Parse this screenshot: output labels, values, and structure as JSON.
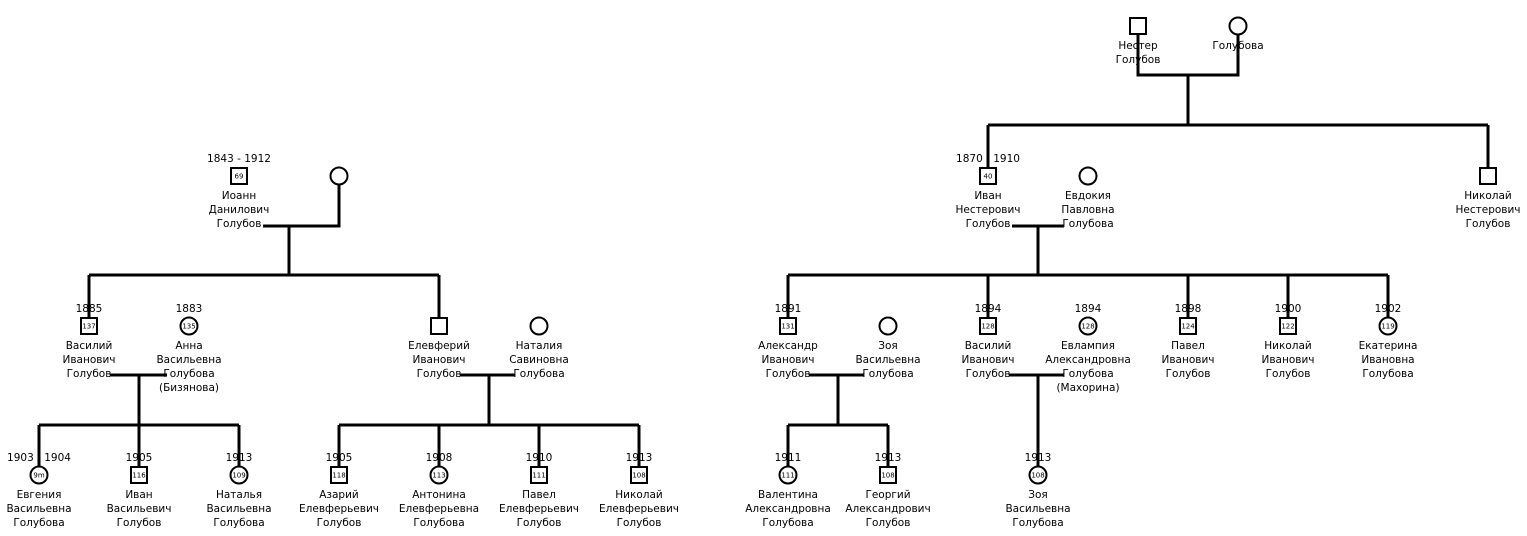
{
  "colors": {
    "line": "#000000",
    "background": "#ffffff"
  },
  "tree_left": {
    "ioann": {
      "years": "1843 - 1912",
      "number": "69",
      "name": [
        "Иоанн",
        "Данилович",
        "Голубов"
      ],
      "sex": "male"
    },
    "ioann_wife": {
      "sex": "female"
    },
    "vasily": {
      "years": "1885",
      "number": "137",
      "name": [
        "Василий",
        "Иванович",
        "Голубов"
      ],
      "sex": "male"
    },
    "anna": {
      "years": "1883",
      "number": "135",
      "name": [
        "Анна",
        "Васильевна",
        "Голубова",
        "(Бизянова)"
      ],
      "sex": "female"
    },
    "elevferiy": {
      "name": [
        "Елевферий",
        "Иванович",
        "Голубов"
      ],
      "sex": "male"
    },
    "natalia": {
      "name": [
        "Наталия",
        "Савиновна",
        "Голубова"
      ],
      "sex": "female"
    },
    "evgenia": {
      "years": "1903 - 1904",
      "number": "9m",
      "name": [
        "Евгения",
        "Васильевна",
        "Голубова"
      ],
      "sex": "female"
    },
    "ivan_v": {
      "years": "1905",
      "number": "116",
      "name": [
        "Иван",
        "Васильевич",
        "Голубов"
      ],
      "sex": "male"
    },
    "natalya_v": {
      "years": "1913",
      "number": "109",
      "name": [
        "Наталья",
        "Васильевна",
        "Голубова"
      ],
      "sex": "female"
    },
    "azariy": {
      "years": "1905",
      "number": "118",
      "name": [
        "Азарий",
        "Елевферьевич",
        "Голубов"
      ],
      "sex": "male"
    },
    "antonina": {
      "years": "1908",
      "number": "113",
      "name": [
        "Антонина",
        "Елевферьевна",
        "Голубова"
      ],
      "sex": "female"
    },
    "pavel_e": {
      "years": "1910",
      "number": "111",
      "name": [
        "Павел",
        "Елевферьевич",
        "Голубов"
      ],
      "sex": "male"
    },
    "nikolay_e": {
      "years": "1913",
      "number": "108",
      "name": [
        "Николай",
        "Елевферьевич",
        "Голубов"
      ],
      "sex": "male"
    }
  },
  "tree_right": {
    "nester": {
      "name": [
        "Нестер",
        "Голубов"
      ],
      "sex": "male"
    },
    "nester_wife": {
      "name": [
        "Голубова"
      ],
      "sex": "female"
    },
    "ivan_n": {
      "years": "1870 - 1910",
      "number": "40",
      "name": [
        "Иван",
        "Нестерович",
        "Голубов"
      ],
      "sex": "male"
    },
    "evdokia": {
      "name": [
        "Евдокия",
        "Павловна",
        "Голубова"
      ],
      "sex": "female"
    },
    "nikolay_n": {
      "name": [
        "Николай",
        "Нестерович",
        "Голубов"
      ],
      "sex": "male"
    },
    "aleksandr": {
      "years": "1891",
      "number": "131",
      "name": [
        "Александр",
        "Иванович",
        "Голубов"
      ],
      "sex": "male"
    },
    "zoya_w": {
      "name": [
        "Зоя",
        "Васильевна",
        "Голубова"
      ],
      "sex": "female"
    },
    "vasily_i": {
      "years": "1894",
      "number": "128",
      "name": [
        "Василий",
        "Иванович",
        "Голубов"
      ],
      "sex": "male"
    },
    "evlampia": {
      "years": "1894",
      "number": "128",
      "name": [
        "Евлампия",
        "Александровна",
        "Голубова",
        "(Махорина)"
      ],
      "sex": "female"
    },
    "pavel_i": {
      "years": "1898",
      "number": "124",
      "name": [
        "Павел",
        "Иванович",
        "Голубов"
      ],
      "sex": "male"
    },
    "nikolay_i": {
      "years": "1900",
      "number": "122",
      "name": [
        "Николай",
        "Иванович",
        "Голубов"
      ],
      "sex": "male"
    },
    "ekaterina": {
      "years": "1902",
      "number": "119",
      "name": [
        "Екатерина",
        "Ивановна",
        "Голубова"
      ],
      "sex": "female"
    },
    "valentina": {
      "years": "1911",
      "number": "111",
      "name": [
        "Валентина",
        "Александровна",
        "Голубова"
      ],
      "sex": "female"
    },
    "georgiy": {
      "years": "1913",
      "number": "108",
      "name": [
        "Георгий",
        "Александрович",
        "Голубов"
      ],
      "sex": "male"
    },
    "zoya_v": {
      "years": "1913",
      "number": "108",
      "name": [
        "Зоя",
        "Васильевна",
        "Голубова"
      ],
      "sex": "female"
    }
  }
}
